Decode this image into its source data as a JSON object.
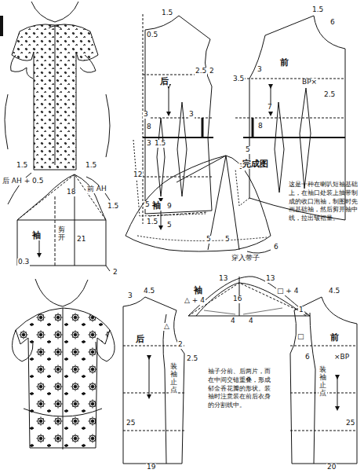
{
  "diagram": {
    "labels": [
      "1.5",
      "0.5",
      "后",
      "2.5",
      "2",
      "3",
      "3",
      "8",
      "3",
      "1.5",
      "12",
      "5",
      "9",
      "1.5",
      "5",
      "1.5",
      "6",
      "前",
      "3",
      "3.5",
      "BP×",
      "2.5",
      "7",
      "8",
      "5",
      "3",
      "1.5",
      "后 AH + 0.5",
      "1.5",
      "前 AH",
      "18",
      "1.5",
      "袖",
      "剪开",
      "21",
      "0.3",
      "2",
      "完成图",
      "袖",
      "5",
      "5",
      "穿入带子",
      "6",
      "这是一种在喇叭短袖基础上，在袖口处装上抽带制成的收口泡袖，制图时先画基础袖，然后剪开袖中线，拉出皱褶量。",
      "3",
      "4.5",
      "后",
      "△",
      "2",
      "2.5",
      "装袖止点",
      "25",
      "19",
      "袖",
      "13",
      "13",
      "△ + 4",
      "16",
      "□ + 4",
      "4",
      "4",
      "1",
      "4.5",
      "前",
      "□",
      "6",
      "×BP",
      "装袖止点",
      "25",
      "20",
      "袖子分前、后两片，而在中间交错重叠，形成郁金香花瓣的形状。装袖时注意装在前后衣身的分割线中。"
    ]
  }
}
